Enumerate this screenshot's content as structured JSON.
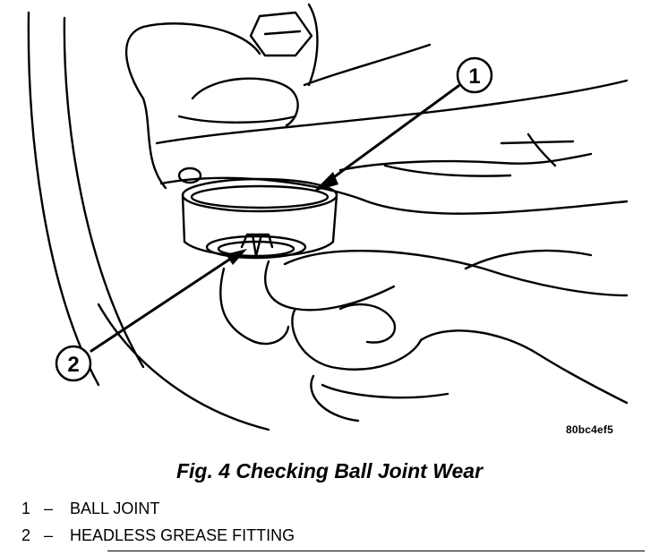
{
  "figure": {
    "drawing_code": "80bc4ef5",
    "caption": "Fig. 4 Checking Ball Joint Wear",
    "callouts": [
      {
        "number": "1",
        "label": "BALL JOINT"
      },
      {
        "number": "2",
        "label": "HEADLESS GREASE FITTING"
      }
    ],
    "legend_separator": "–"
  }
}
